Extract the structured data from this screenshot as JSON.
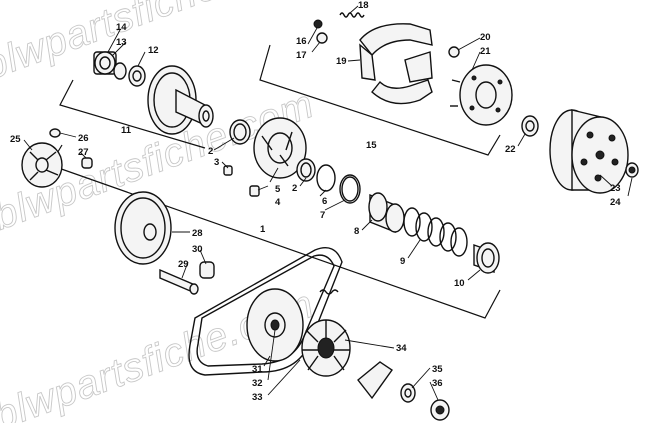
{
  "watermark": "blwpartsfiche.com",
  "callouts": {
    "c1": "1",
    "c2a": "2",
    "c2b": "2",
    "c3": "3",
    "c4": "4",
    "c5": "5",
    "c6": "6",
    "c7": "7",
    "c8": "8",
    "c9": "9",
    "c10": "10",
    "c11": "11",
    "c12": "12",
    "c13": "13",
    "c14": "14",
    "c15": "15",
    "c16": "16",
    "c17": "17",
    "c18": "18",
    "c19": "19",
    "c20": "20",
    "c21": "21",
    "c22": "22",
    "c23": "23",
    "c24": "24",
    "c25": "25",
    "c26": "26",
    "c27": "27",
    "c28": "28",
    "c29": "29",
    "c30": "30",
    "c31": "31",
    "c32": "32",
    "c33": "33",
    "c34": "34",
    "c35": "35",
    "c36": "36"
  }
}
